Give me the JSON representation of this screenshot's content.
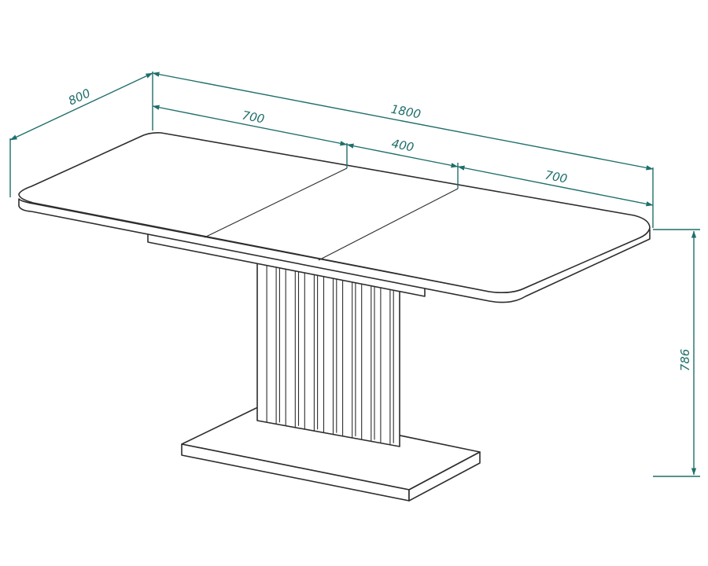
{
  "colors": {
    "dimension": "#1f6f6a",
    "outline": "#2d2d2d",
    "background": "#ffffff"
  },
  "dimensions": {
    "depth": "800",
    "total_length": "1800",
    "leaf_left": "700",
    "insert": "400",
    "leaf_right": "700",
    "height": "786"
  }
}
